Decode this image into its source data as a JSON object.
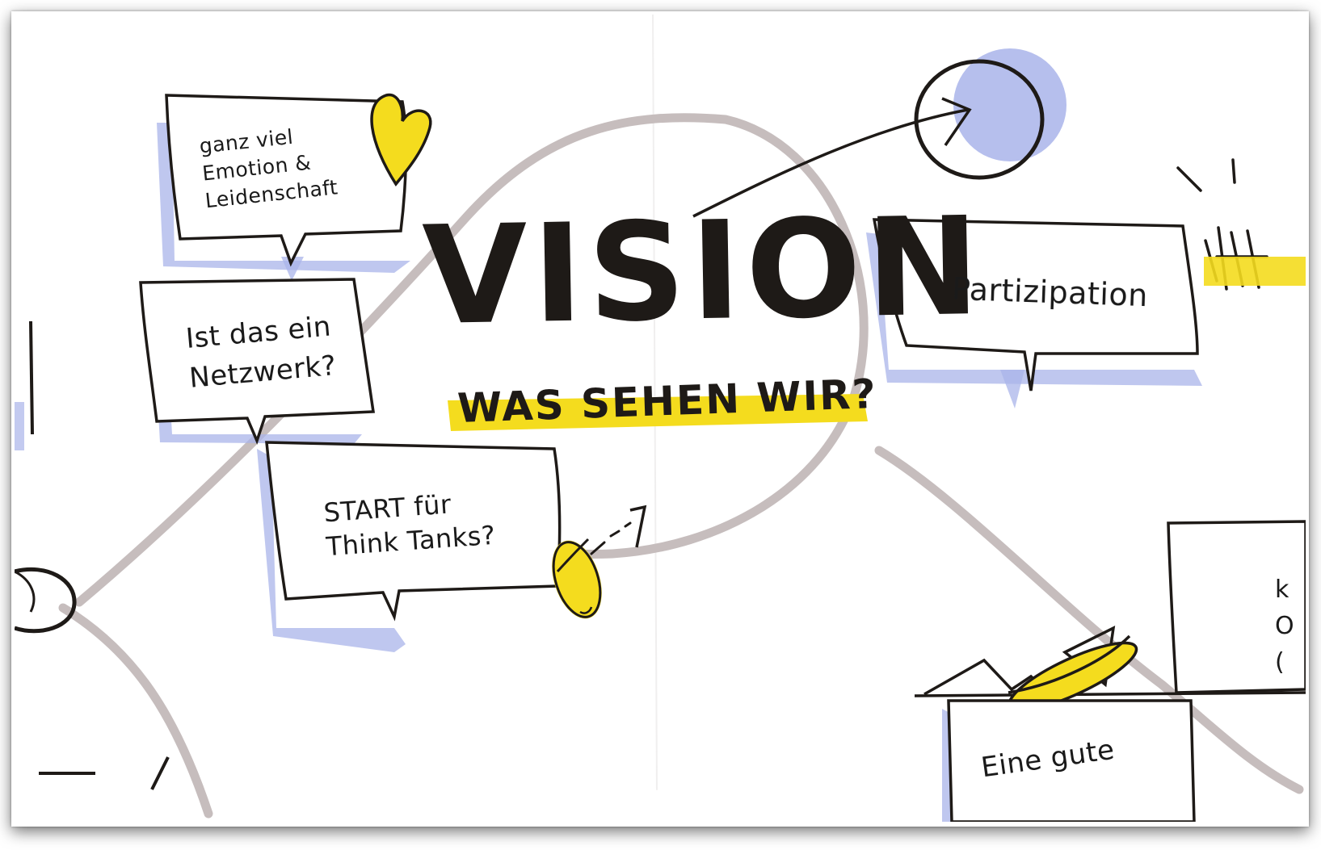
{
  "title": "VISION",
  "subtitle": "WAS SEHEN WIR?",
  "bubbles": [
    {
      "text": "ganz viel\nEmotion &\nLeidenschaft"
    },
    {
      "text": "Ist das ein\nNetzwerk?"
    },
    {
      "text": "START für\nThink Tanks?"
    },
    {
      "text": "Partizipation"
    },
    {
      "text": "Eine gute"
    },
    {
      "text": "k\nO\n("
    }
  ],
  "colors": {
    "ink": "#1e1a17",
    "shadow_blue": "#a9b4ea",
    "highlight_yellow": "#f4dc1e",
    "path_gray": "#bcb2b2"
  },
  "icons": [
    "heart-icon",
    "lightbulb-icon",
    "arrow-circle-icon",
    "sun-rays-icon",
    "target-circle-icon",
    "mountain-bridge-icon"
  ]
}
